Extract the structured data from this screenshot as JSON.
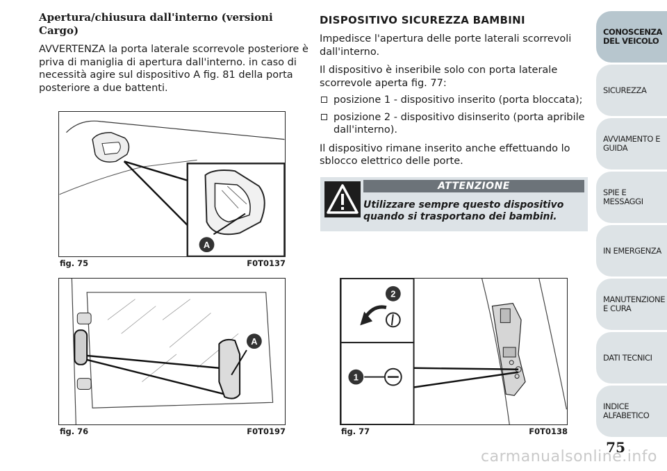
{
  "left": {
    "heading": "Apertura/chiusura dall'interno (versioni Cargo)",
    "paragraph": "AVVERTENZA la porta laterale scorrevole posteriore è priva di maniglia di apertura dall'interno. in caso di necessità agire sul dispositivo A fig. 81 della porta posteriore a due battenti."
  },
  "right": {
    "heading": "DISPOSITIVO SICUREZZA BAMBINI",
    "p1": "Impedisce l'apertura delle porte laterali scorrevoli dall'interno.",
    "p2": "Il dispositivo è inseribile solo con porta laterale scorrevole aperta fig. 77:",
    "bullets": [
      "posizione 1 - dispositivo inserito (porta bloccata);",
      "posizione 2 - dispositivo disinserito (porta apribile dall'interno)."
    ],
    "p3": "Il dispositivo rimane inserito anche effettuando lo sblocco elettrico delle porte."
  },
  "warning": {
    "title": "ATTENZIONE",
    "text": "Utilizzare sempre questo dispositivo quando si trasportano dei bambini.",
    "icon": "warning-triangle-icon"
  },
  "figures": {
    "fig75": {
      "caption": "fig. 75",
      "code": "F0T0137",
      "label": "A"
    },
    "fig76": {
      "caption": "fig. 76",
      "code": "F0T0197",
      "label": "A"
    },
    "fig77": {
      "caption": "fig. 77",
      "code": "F0T0138",
      "label1": "1",
      "label2": "2"
    }
  },
  "sidebar": {
    "tabs": [
      "CONOSCENZA DEL VEICOLO",
      "SICUREZZA",
      "AVVIAMENTO E GUIDA",
      "SPIE E MESSAGGI",
      "IN EMERGENZA",
      "MANUTENZIONE E CURA",
      "DATI TECNICI",
      "INDICE ALFABETICO"
    ],
    "active_index": 0
  },
  "page_number": "75",
  "watermark": "carmanualsonline.info",
  "colors": {
    "tab_active": "#b7c6ce",
    "tab_inactive": "#dde3e6",
    "warning_bg": "#dde3e7",
    "warning_bar": "#6c7379"
  }
}
